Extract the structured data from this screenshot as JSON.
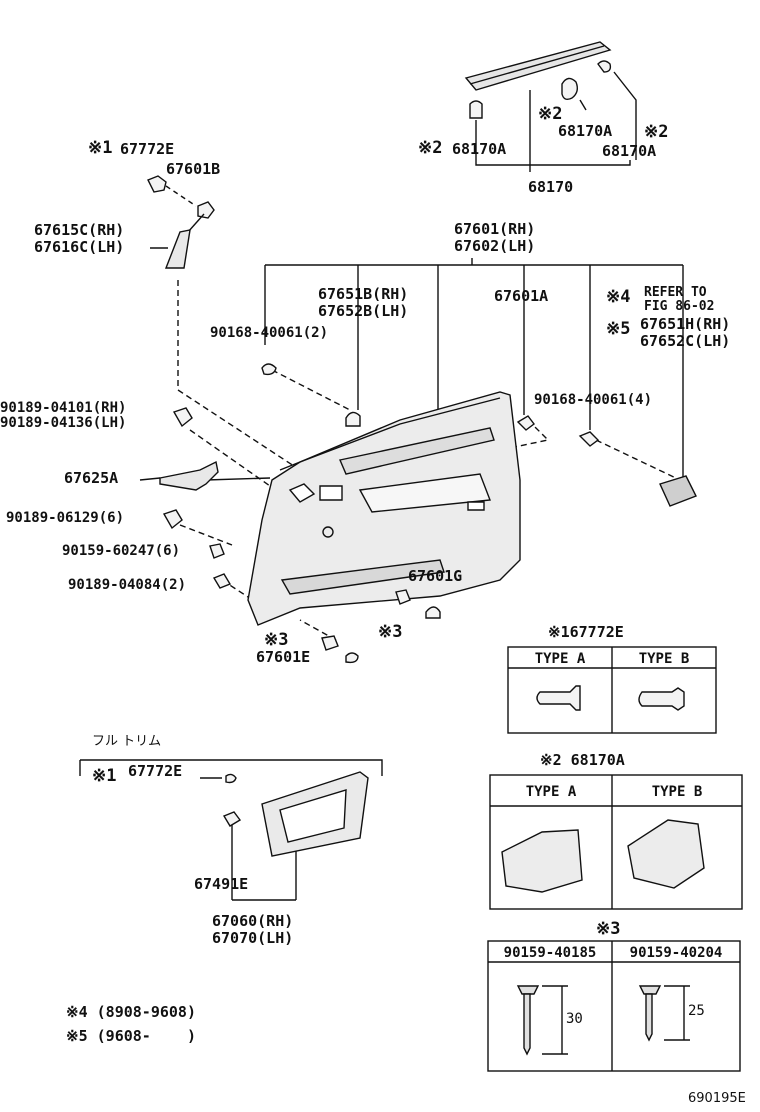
{
  "labels": {
    "mark1_top": "※1",
    "p67772E_top": "67772E",
    "p67601B": "67601B",
    "p67615C": "67615C(RH)",
    "p67616C": "67616C(LH)",
    "mark2_left": "※2",
    "p68170A_left": "68170A",
    "mark2_mid": "※2",
    "p68170A_mid": "68170A",
    "mark2_right": "※2",
    "p68170A_right": "68170A",
    "p68170": "68170",
    "p67601_rh": "67601(RH)",
    "p67602_lh": "67602(LH)",
    "p67651B": "67651B(RH)",
    "p67652B": "67652B(LH)",
    "p67601A": "67601A",
    "mark4": "※4",
    "refer_to": "REFER TO",
    "fig": "FIG 86-02",
    "mark5": "※5",
    "p67651H": "67651H(RH)",
    "p67652C": "67652C(LH)",
    "p90168_2": "90168-40061(2)",
    "p90168_4": "90168-40061(4)",
    "p90189_04101": "90189-04101(RH)",
    "p90189_04136": "90189-04136(LH)",
    "p67625A": "67625A",
    "p90189_06129": "90189-06129(6)",
    "p90159_60247": "90159-60247(6)",
    "p90189_04084": "90189-04084(2)",
    "p67601G": "67601G",
    "mark3_a": "※3",
    "mark3_b": "※3",
    "p67601E": "67601E",
    "full_trim": "フル トリム",
    "mark1_bottom": "※1",
    "p67772E_bottom": "67772E",
    "p67491E": "67491E",
    "p67060": "67060(RH)",
    "p67070": "67070(LH)",
    "note4": "※4 (8908-9608)",
    "note5": "※5 (9608-    )",
    "figure_id": "690195E"
  },
  "table1": {
    "title": "※167772E",
    "col_a": "TYPE A",
    "col_b": "TYPE B"
  },
  "table2": {
    "title": "※2 68170A",
    "col_a": "TYPE A",
    "col_b": "TYPE B"
  },
  "table3": {
    "title": "※3",
    "col_a": "90159-40185",
    "col_b": "90159-40204",
    "dim_a": "30",
    "dim_b": "25"
  }
}
